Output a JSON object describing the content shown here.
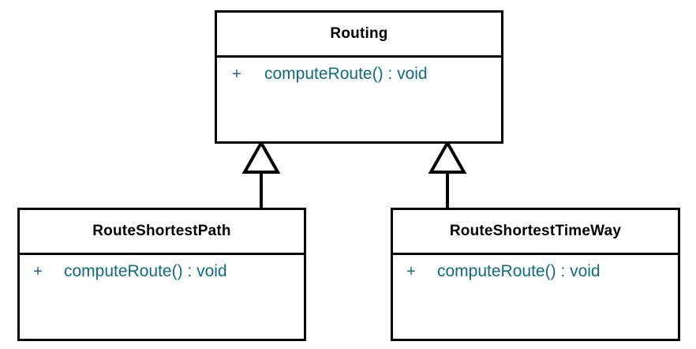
{
  "diagram": {
    "type": "uml-class-diagram",
    "background_color": "#ffffff",
    "line_color": "#000000",
    "member_text_color": "#0f6b80",
    "class_name_color": "#000000"
  },
  "classes": [
    {
      "id": "routing",
      "name": "Routing",
      "role": "superclass",
      "members": [
        {
          "visibility": "+",
          "signature": "computeRoute() : void"
        }
      ]
    },
    {
      "id": "route-shortest-path",
      "name": "RouteShortestPath",
      "role": "subclass",
      "members": [
        {
          "visibility": "+",
          "signature": "computeRoute() : void"
        }
      ]
    },
    {
      "id": "route-shortest-time-way",
      "name": "RouteShortestTimeWay",
      "role": "subclass",
      "members": [
        {
          "visibility": "+",
          "signature": "computeRoute() : void"
        }
      ]
    }
  ],
  "relationships": [
    {
      "id": "generalization-left",
      "kind": "generalization",
      "from": "RouteShortestPath",
      "to": "Routing",
      "arrow": "hollow-triangle"
    },
    {
      "id": "generalization-right",
      "kind": "generalization",
      "from": "RouteShortestTimeWay",
      "to": "Routing",
      "arrow": "hollow-triangle"
    }
  ]
}
